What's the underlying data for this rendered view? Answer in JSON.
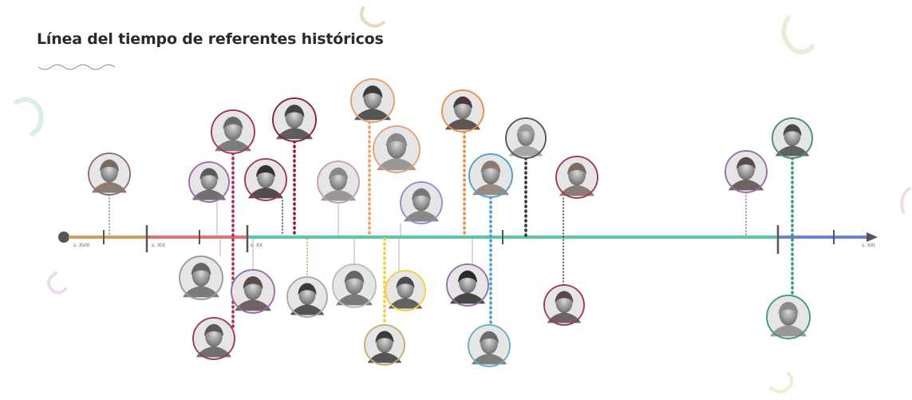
{
  "title": "Línea del tiempo de referentes históricos",
  "eras": [
    {
      "label": "s. XVIII",
      "color": "#cda05f"
    },
    {
      "label": "s. XIX",
      "color": "#e86e6e"
    },
    {
      "label": "s. XX",
      "color": "#5cc7a7"
    },
    {
      "label": "s. XXI",
      "color": "#6b7fe0"
    }
  ],
  "portraits": [
    {
      "id": "p1",
      "tone": "#7a6a5c",
      "ring": "#8b6b7c"
    },
    {
      "id": "p2",
      "tone": "#5a5a5a",
      "ring": "#9b6aa8"
    },
    {
      "id": "p3",
      "tone": "#6a6a6a",
      "ring": "#a23553"
    },
    {
      "id": "p4",
      "tone": "#3a3030",
      "ring": "#a23553"
    },
    {
      "id": "p5",
      "tone": "#444",
      "ring": "#8a1c3a"
    },
    {
      "id": "p6",
      "tone": "#888",
      "ring": "#c79bb0"
    },
    {
      "id": "p7",
      "tone": "#3b3b3b",
      "ring": "#e6a06a"
    },
    {
      "id": "p8",
      "tone": "#8a8a8a",
      "ring": "#e3a07a"
    },
    {
      "id": "p9",
      "tone": "#777",
      "ring": "#9b89c9"
    },
    {
      "id": "p10",
      "tone": "#4a3a3a",
      "ring": "#e6904a"
    },
    {
      "id": "p11",
      "tone": "#8a7a70",
      "ring": "#4aa0c8"
    },
    {
      "id": "p12",
      "tone": "#9a9a9a",
      "ring": "#555"
    },
    {
      "id": "p13",
      "tone": "#7a6a60",
      "ring": "#a23553"
    },
    {
      "id": "p14",
      "tone": "#5a4a4a",
      "ring": "#9b6aa8"
    },
    {
      "id": "p15",
      "tone": "#4a4a4a",
      "ring": "#4a8a78"
    },
    {
      "id": "p16",
      "tone": "#666",
      "ring": "#999"
    },
    {
      "id": "p17",
      "tone": "#5a5a5a",
      "ring": "#a23553"
    },
    {
      "id": "p18",
      "tone": "#5a4a4a",
      "ring": "#9b6aa8"
    },
    {
      "id": "p19",
      "tone": "#3a3a3a",
      "ring": "#aaa"
    },
    {
      "id": "p20",
      "tone": "#666",
      "ring": "#bbb"
    },
    {
      "id": "p21",
      "tone": "#3a3a3a",
      "ring": "#c0b070"
    },
    {
      "id": "p22",
      "tone": "#4a4a4a",
      "ring": "#f0d040"
    },
    {
      "id": "p23",
      "tone": "#2a2a2a",
      "ring": "#9b6aa8"
    },
    {
      "id": "p24",
      "tone": "#6a6a6a",
      "ring": "#60b0c8"
    },
    {
      "id": "p25",
      "tone": "#5a4a4a",
      "ring": "#a23553"
    },
    {
      "id": "p26",
      "tone": "#8a8a8a",
      "ring": "#3a9a7a"
    }
  ]
}
